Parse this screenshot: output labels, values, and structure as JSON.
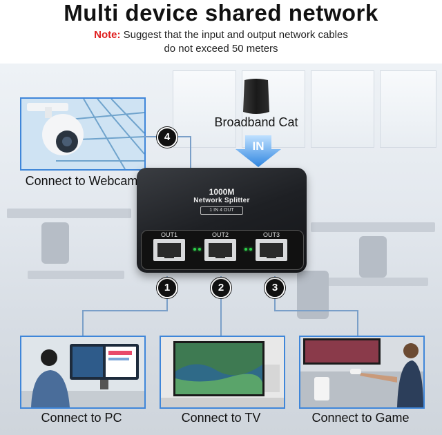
{
  "header": {
    "title": "Multi device shared network",
    "note_label": "Note:",
    "note_line1": " Suggest that the input and output network cables",
    "note_line2": "do not exceed 50 meters"
  },
  "router": {
    "caption": "Broadband Cat",
    "arrow_label": "IN"
  },
  "splitter": {
    "model": "1000M",
    "name": "Network Splitter",
    "spec": "1 IN 4 OUT",
    "ports": [
      "OUT1",
      "OUT2",
      "OUT3"
    ]
  },
  "devices": [
    {
      "number": "4",
      "caption": "Connect to Webcam"
    },
    {
      "number": "1",
      "caption": "Connect to PC"
    },
    {
      "number": "2",
      "caption": "Connect to TV"
    },
    {
      "number": "3",
      "caption": "Connect to Game"
    }
  ],
  "colors": {
    "note_red": "#e02020",
    "panel_border": "#3f86d9",
    "arrow_blue": "#2f86e0",
    "led_green": "#2ed14a"
  }
}
